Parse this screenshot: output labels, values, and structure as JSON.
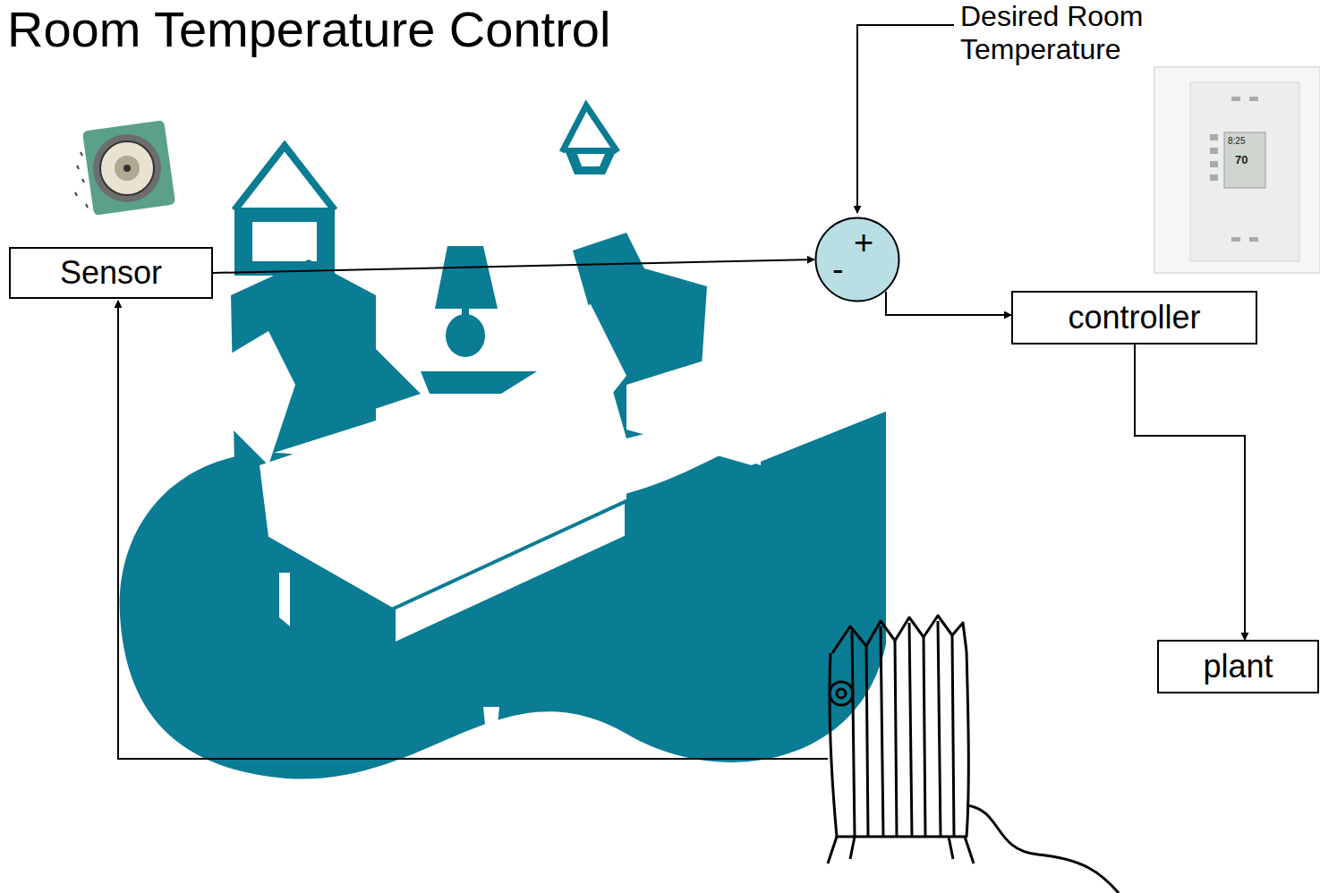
{
  "diagram": {
    "title": "Room Temperature Control",
    "nodes": [
      {
        "text": [
          "Sensor"
        ]
      },
      {
        "text": [
          "+",
          "-"
        ]
      },
      {
        "text": [
          "controller"
        ]
      },
      {
        "text": [
          "plant"
        ]
      }
    ],
    "edges": [
      {
        "from": 0,
        "to": 1,
        "arrow": "to"
      },
      {
        "from": 1,
        "to": 2,
        "arrow": "to"
      },
      {
        "from": 2,
        "to": 3,
        "arrow": "to"
      }
    ],
    "labels": [
      "Desired Room Temperature",
      "8:25",
      "70"
    ]
  }
}
